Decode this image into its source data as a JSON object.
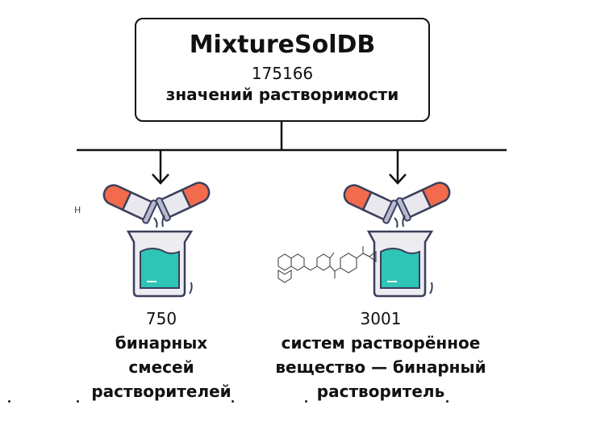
{
  "header": {
    "title": "MixtureSolDB",
    "count": "175166",
    "subtitle": "значений растворимости"
  },
  "branches": [
    {
      "count": "750",
      "lines": [
        "бинарных",
        "смесей",
        "растворителей"
      ]
    },
    {
      "count": "3001",
      "lines": [
        "систем растворённое",
        "вещество — бинарный",
        "растворитель"
      ]
    }
  ],
  "fragment_label": "H",
  "colors": {
    "liquid": "#2ec4b6",
    "capsule": "#f26b4d",
    "outline": "#3b3f5c"
  }
}
